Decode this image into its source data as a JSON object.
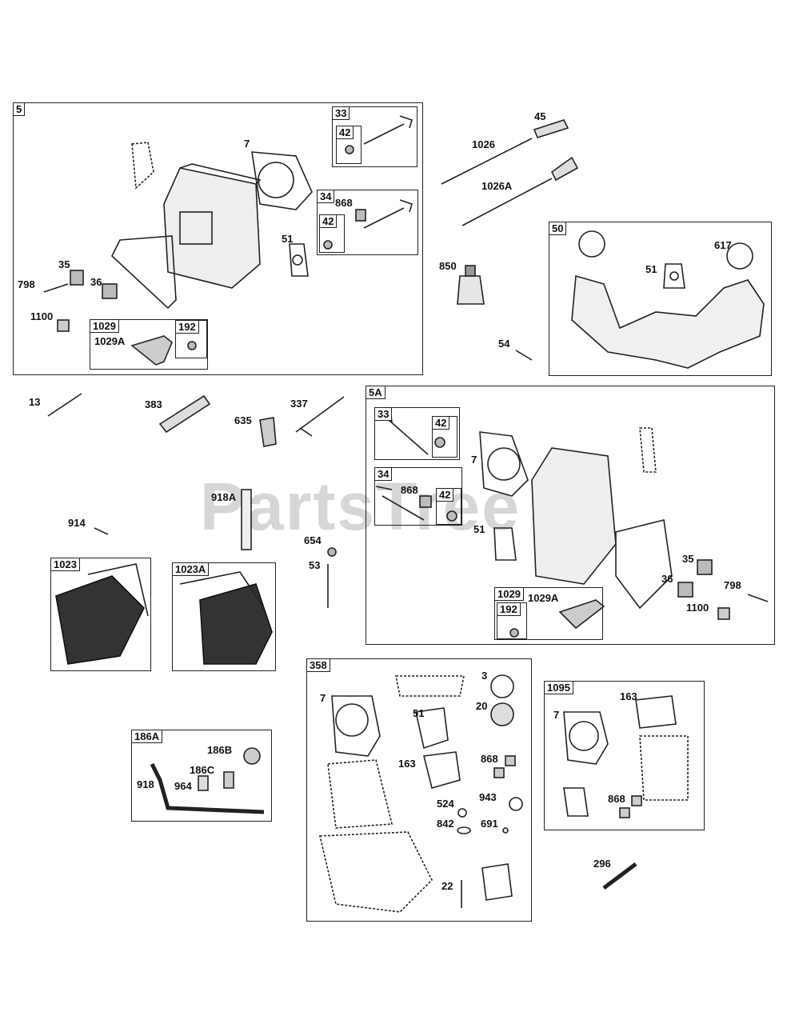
{
  "watermark": "PartsTree",
  "boxes": {
    "b5": "5",
    "b33": "33",
    "b42a": "42",
    "b34": "34",
    "b42b": "42",
    "b1029": "1029",
    "b192": "192",
    "b50": "50",
    "b5a": "5A",
    "b33a": "33",
    "b42c": "42",
    "b34a": "34",
    "b42d": "42",
    "b1029a": "1029",
    "b192a": "192",
    "b1023": "1023",
    "b1023a": "1023A",
    "b186a": "186A",
    "b358": "358",
    "b1095": "1095"
  },
  "labels": {
    "l7a": "7",
    "l868a": "868",
    "l51a": "51",
    "l35a": "35",
    "l798a": "798",
    "l36a": "36",
    "l1100a": "1100",
    "l1029Aa": "1029A",
    "l45": "45",
    "l1026": "1026",
    "l1026A": "1026A",
    "l850": "850",
    "l54": "54",
    "l51b": "51",
    "l617": "617",
    "l13": "13",
    "l383": "383",
    "l635": "635",
    "l337": "337",
    "l918A": "918A",
    "l914": "914",
    "l654": "654",
    "l53": "53",
    "l7b": "7",
    "l868b": "868",
    "l51c": "51",
    "l35b": "35",
    "l36b": "36",
    "l798b": "798",
    "l1100b": "1100",
    "l1029Ab": "1029A",
    "l186B": "186B",
    "l186C": "186C",
    "l918": "918",
    "l964": "964",
    "l7c": "7",
    "l51d": "51",
    "l163a": "163",
    "l3": "3",
    "l20": "20",
    "l868c": "868",
    "l524": "524",
    "l943": "943",
    "l842": "842",
    "l691": "691",
    "l22": "22",
    "l7d": "7",
    "l163b": "163",
    "l868d": "868",
    "l296": "296"
  }
}
